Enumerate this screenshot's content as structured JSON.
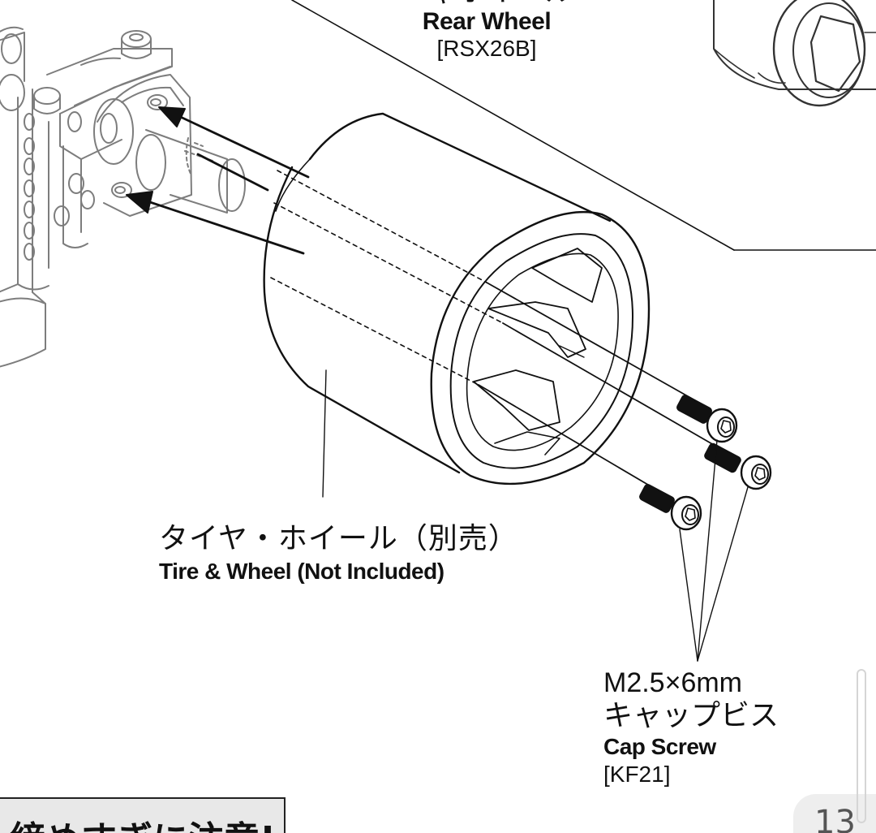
{
  "labels": {
    "rear_wheel_jp": "ャホイール",
    "rear_wheel_en": "Rear Wheel",
    "rear_wheel_code": "[RSX26B]",
    "tire_wheel_jp": "タイヤ・ホイール（別売）",
    "tire_wheel_en": "Tire & Wheel (Not Included)",
    "screw_size": "M2.5×6mm",
    "screw_jp": "キャップビス",
    "screw_en": "Cap Screw",
    "screw_code": "[KF21]"
  },
  "note": {
    "text": "締めすぎに注意!"
  },
  "page": {
    "number": "13"
  },
  "colors": {
    "line": "#111111",
    "note_background": "#e8e8e8",
    "page_tab": "#eeeeee"
  }
}
